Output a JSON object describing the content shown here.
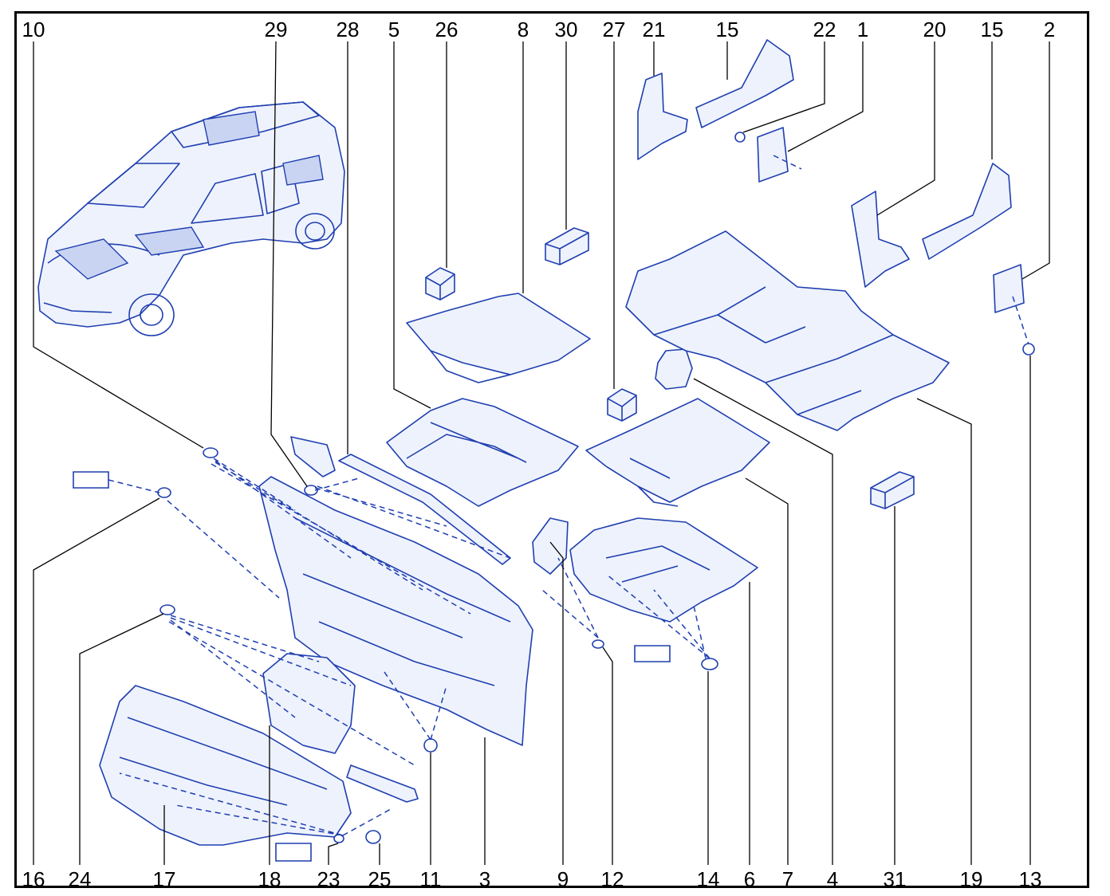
{
  "diagram": {
    "top_labels": [
      "10",
      "29",
      "28",
      "5",
      "26",
      "8",
      "30",
      "27",
      "21",
      "15",
      "22",
      "1",
      "20",
      "15",
      "2"
    ],
    "bottom_labels": [
      "16",
      "24",
      "17",
      "18",
      "23",
      "25",
      "11",
      "3",
      "9",
      "12",
      "14",
      "6",
      "7",
      "4",
      "31",
      "19",
      "13"
    ]
  },
  "colors": {
    "line": "#1f3fb0",
    "fill": "#eef2fc",
    "frame": "#000000"
  }
}
